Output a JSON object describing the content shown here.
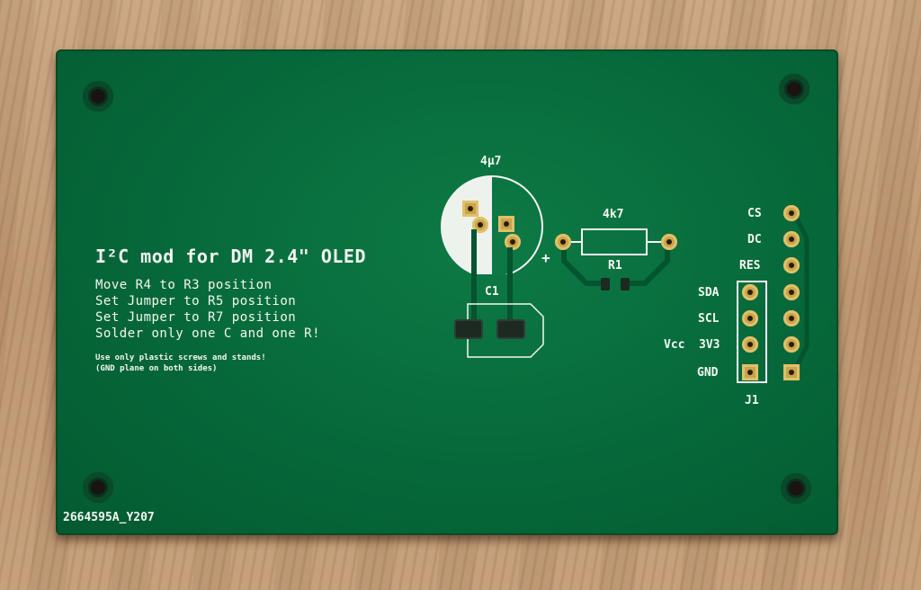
{
  "board": {
    "title": "I²C mod for DM 2.4\" OLED",
    "instructions": [
      "Move R4 to R3 position",
      "Set Jumper to R5 position",
      "Set Jumper to R7 position",
      "Solder only one C and one R!"
    ],
    "notes": [
      "Use only plastic screws and stands!",
      "(GND plane on both sides)"
    ],
    "serial": "2664595A_Y207",
    "capacitor_value": "4µ7",
    "capacitor_ref": "C1",
    "capacitor_polarity": "+",
    "resistor_value": "4k7",
    "resistor_ref": "R1",
    "connector_ref": "J1",
    "pin_labels": [
      "CS",
      "DC",
      "RES",
      "SDA",
      "SCL",
      "Vcc",
      "3V3",
      "GND"
    ]
  },
  "colors": {
    "solder_mask": "#06683a",
    "silkscreen": "#f4f7f2",
    "pad": "#c8a44a",
    "wood": "#c39d79"
  }
}
